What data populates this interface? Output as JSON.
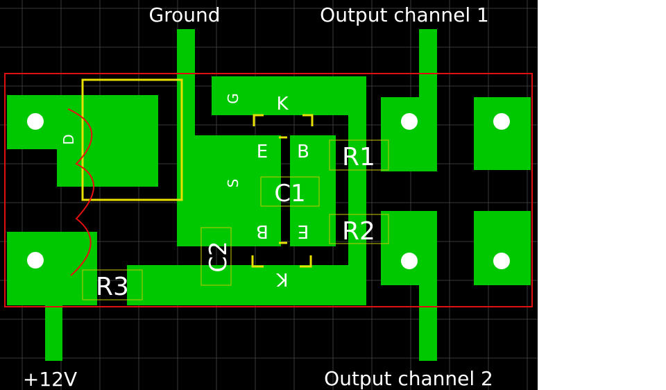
{
  "colors": {
    "background": "#000000",
    "grid": "#3a3a3a",
    "copper": "#00c800",
    "board_outline": "#e01010",
    "silkscreen_yellow": "#e8e000",
    "silkscreen_red": "#e81010",
    "text": "#ffffff",
    "pad_hole": "#ffffff",
    "label_box": "#d8d800"
  },
  "labels": {
    "ground": "Ground",
    "output1": "Output channel 1",
    "output2": "Output channel 2",
    "vcc": "+12V"
  },
  "components": {
    "r1": "R1",
    "r2": "R2",
    "r3": "R3",
    "c1": "C1",
    "c2": "C2",
    "d": "D",
    "g": "G",
    "s": "S",
    "k_top": "K",
    "k_bottom": "K",
    "e_top": "E",
    "b_top": "B",
    "b_bottom": "B",
    "e_bottom": "E"
  }
}
